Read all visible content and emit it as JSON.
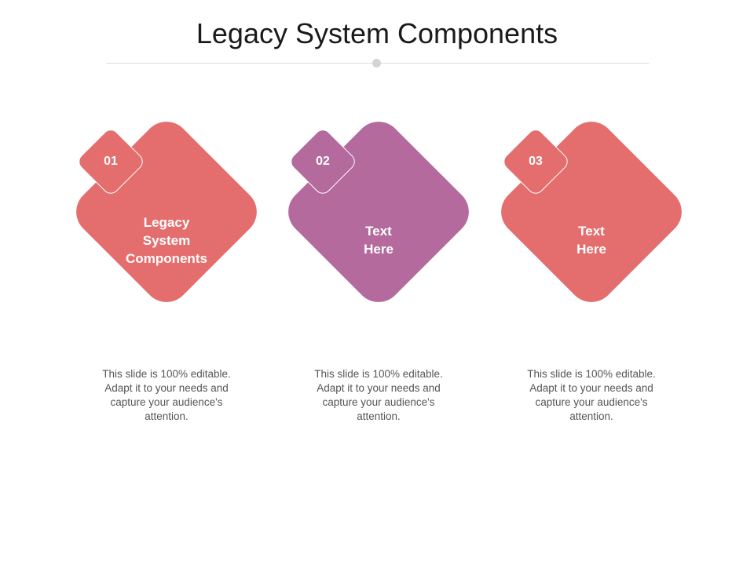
{
  "slide": {
    "title": "Legacy System Components"
  },
  "items": [
    {
      "number": "01",
      "label": "Legacy\nSystem\nComponents",
      "description": "This slide is 100% editable. Adapt it to your needs and capture your audience's attention.",
      "color": "#E46E6E"
    },
    {
      "number": "02",
      "label": "Text\nHere",
      "description": "This slide is 100% editable. Adapt it to your needs and capture your audience's attention.",
      "color": "#B46A9C"
    },
    {
      "number": "03",
      "label": "Text\nHere",
      "description": "This slide is 100% editable. Adapt it to your needs and capture your audience's attention.",
      "color": "#E46E6E"
    }
  ]
}
